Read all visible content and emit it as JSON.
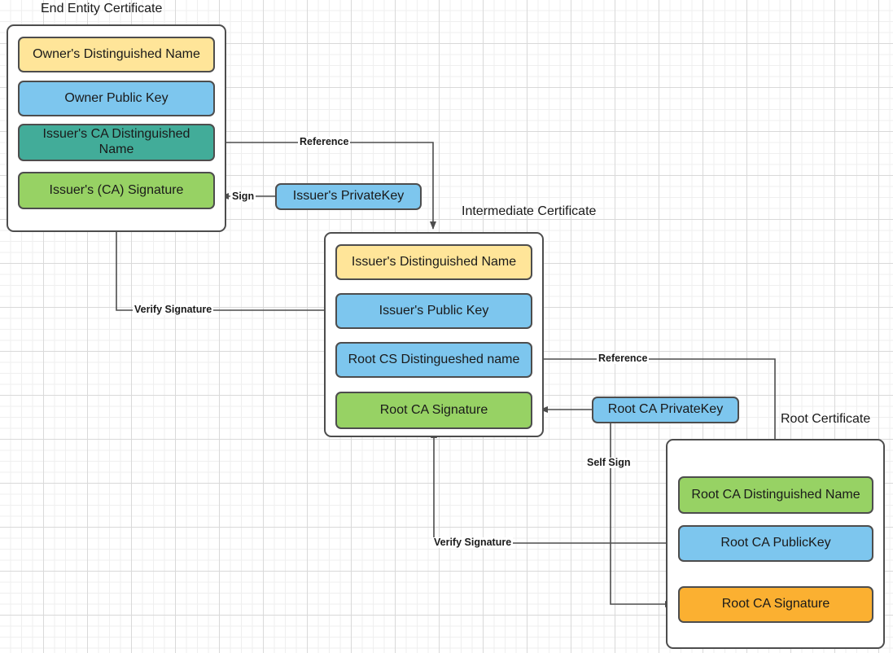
{
  "diagram": {
    "title_captions": [
      {
        "id": "end-entity",
        "text": "End Entity Certificate"
      },
      {
        "id": "intermediate",
        "text": "Intermediate Certificate"
      },
      {
        "id": "root",
        "text": "Root Certificate"
      }
    ],
    "colors": {
      "yellow": "#ffe599",
      "blue": "#7dc6ee",
      "teal": "#42ac99",
      "green": "#97d264",
      "orange": "#fbb031",
      "stroke": "#4d4d4d",
      "grid_minor": "#efefef",
      "grid_major": "#d9d9d9",
      "background": "#ffffff"
    },
    "certificates": [
      {
        "id": "end-entity-certificate",
        "caption": "End Entity Certificate",
        "fields": [
          {
            "id": "owner-distinguished-name",
            "label": "Owner's Distinguished Name",
            "color": "#ffe599"
          },
          {
            "id": "owner-public-key",
            "label": "Owner Public  Key",
            "color": "#7dc6ee"
          },
          {
            "id": "issuer-ca-distinguished-name",
            "label": "Issuer's CA Distinguished Name",
            "color": "#42ac99"
          },
          {
            "id": "issuer-ca-signature",
            "label": "Issuer's (CA) Signature",
            "color": "#97d264"
          }
        ]
      },
      {
        "id": "intermediate-certificate",
        "caption": "Intermediate Certificate",
        "fields": [
          {
            "id": "issuer-distinguished-name",
            "label": "Issuer's Distinguished Name",
            "color": "#ffe599"
          },
          {
            "id": "issuer-public-key",
            "label": "Issuer's Public  Key",
            "color": "#7dc6ee"
          },
          {
            "id": "root-cs-distingueshed-name",
            "label": "Root CS Distingueshed name",
            "color": "#7dc6ee"
          },
          {
            "id": "root-ca-signature-intermediate",
            "label": "Root CA Signature",
            "color": "#97d264"
          }
        ]
      },
      {
        "id": "root-certificate",
        "caption": "Root Certificate",
        "fields": [
          {
            "id": "root-ca-distinguished-name",
            "label": "Root CA Distinguished Name",
            "color": "#97d264"
          },
          {
            "id": "root-ca-public-key",
            "label": "Root CA PublicKey",
            "color": "#7dc6ee"
          },
          {
            "id": "root-ca-signature-root",
            "label": "Root CA Signature",
            "color": "#fbb031"
          }
        ]
      }
    ],
    "keys": [
      {
        "id": "issuers-privatekey",
        "label": "Issuer's PrivateKey",
        "color": "#7dc6ee"
      },
      {
        "id": "root-ca-privatekey",
        "label": "Root CA PrivateKey",
        "color": "#7dc6ee"
      }
    ],
    "edge_labels": [
      {
        "id": "reference-top",
        "text": "Reference"
      },
      {
        "id": "sign",
        "text": "Sign"
      },
      {
        "id": "verify-signature-top",
        "text": "Verify Signature"
      },
      {
        "id": "reference-bottom",
        "text": "Reference"
      },
      {
        "id": "self-sign",
        "text": "Self Sign"
      },
      {
        "id": "verify-signature-bottom",
        "text": "Verify Signature"
      }
    ]
  }
}
